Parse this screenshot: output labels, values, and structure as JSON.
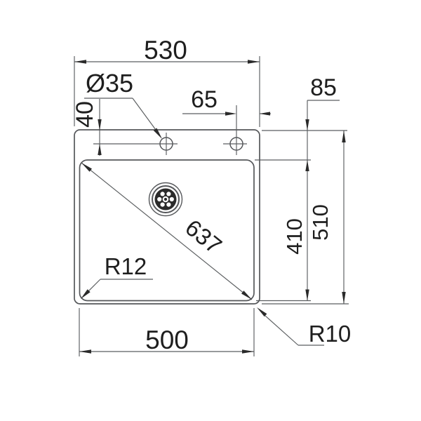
{
  "drawing": {
    "subject": "sink-top-view-dimension-drawing",
    "background_color": "#ffffff",
    "line_color": "#55575a",
    "text_color": "#1e1e1e",
    "dimensions": {
      "overall_width": "530",
      "tap_hole_diameter": "Ø35",
      "tap_hole_offset_top": "40",
      "tap_hole_offset_right": "65",
      "rim_to_bowl_top": "85",
      "overall_depth": "510",
      "bowl_depth": "410",
      "bowl_diagonal": "637",
      "bowl_corner_radius": "R12",
      "outer_corner_radius": "R10",
      "bowl_width": "500"
    }
  }
}
